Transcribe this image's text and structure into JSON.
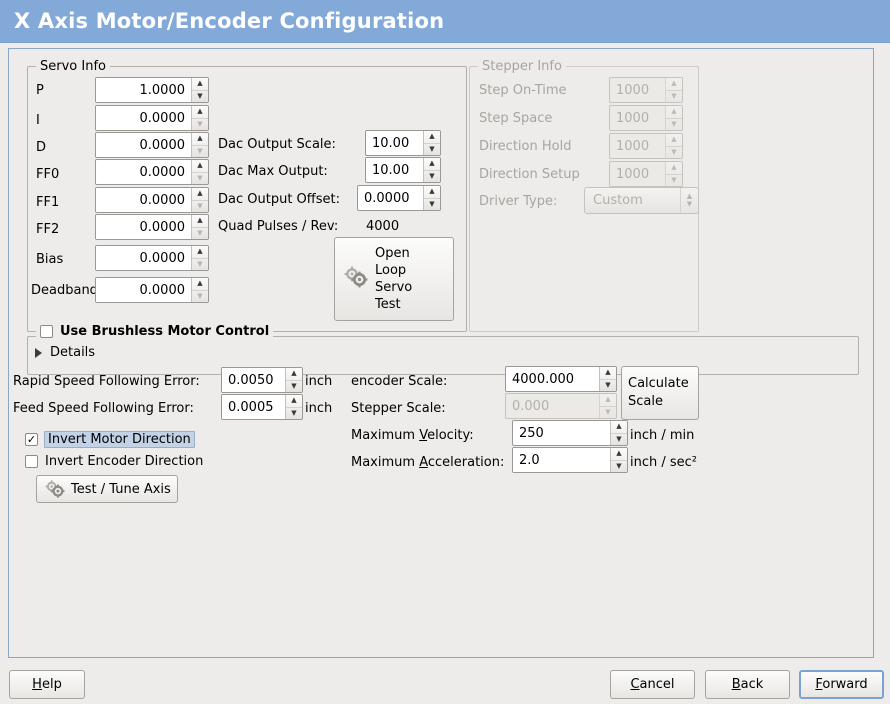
{
  "window": {
    "title": "X Axis Motor/Encoder Configuration",
    "title_bar_color": "#82a9d8",
    "background_color": "#edecea",
    "focus_color": "#7aa3d4"
  },
  "servo_info": {
    "frame_title": "Servo Info",
    "enabled": true,
    "fields": [
      {
        "label": "P",
        "value": "1.0000"
      },
      {
        "label": "I",
        "value": "0.0000"
      },
      {
        "label": "D",
        "value": "0.0000"
      },
      {
        "label": "FF0",
        "value": "0.0000"
      },
      {
        "label": "FF1",
        "value": "0.0000"
      },
      {
        "label": "FF2",
        "value": "0.0000"
      },
      {
        "label": "Bias",
        "value": "0.0000"
      },
      {
        "label": "Deadband",
        "value": "0.0000"
      }
    ],
    "dac": [
      {
        "label": "Dac Output Scale:",
        "value": "10.00"
      },
      {
        "label": "Dac Max Output:",
        "value": "10.00"
      },
      {
        "label": "Dac Output Offset:",
        "value": "0.0000"
      }
    ],
    "quad_pulses": {
      "label": "Quad Pulses / Rev:",
      "value": "4000"
    },
    "open_loop_button": {
      "lines": [
        "Open",
        "Loop",
        "Servo",
        "Test"
      ],
      "icon": "gears-icon"
    }
  },
  "stepper_info": {
    "frame_title": "Stepper Info",
    "enabled": false,
    "fields": [
      {
        "label": "Step On-Time",
        "value": "1000"
      },
      {
        "label": "Step Space",
        "value": "1000"
      },
      {
        "label": "Direction Hold",
        "value": "1000"
      },
      {
        "label": "Direction Setup",
        "value": "1000"
      }
    ],
    "driver_type": {
      "label": "Driver Type:",
      "value": "Custom"
    }
  },
  "brushless": {
    "checkbox_label": "Use Brushless Motor Control",
    "checked": false,
    "details_label": "Details",
    "details_expanded": false
  },
  "tuning": {
    "rapid_following_error": {
      "label": "Rapid Speed Following Error:",
      "value": "0.0050",
      "unit": "inch"
    },
    "feed_following_error": {
      "label": "Feed Speed Following Error:",
      "value": "0.0005",
      "unit": "inch"
    },
    "invert_motor": {
      "label": "Invert Motor Direction",
      "checked": true,
      "focused": true
    },
    "invert_encoder": {
      "label": "Invert Encoder Direction",
      "checked": false,
      "focused": false
    },
    "test_tune_button": {
      "label": "Test / Tune Axis",
      "icon": "gears-icon"
    }
  },
  "scaling": {
    "encoder_scale": {
      "label": "encoder Scale:",
      "value": "4000.000",
      "enabled": true
    },
    "stepper_scale": {
      "label": "Stepper Scale:",
      "value": "0.000",
      "enabled": false
    },
    "max_velocity": {
      "label_pre": "Maximum ",
      "label_mnemonic": "V",
      "label_post": "elocity:",
      "value": "250",
      "unit": "inch / min"
    },
    "max_acceleration": {
      "label_pre": "Maximum ",
      "label_mnemonic": "A",
      "label_post": "cceleration:",
      "value": "2.0",
      "unit": "inch / sec²"
    },
    "calculate_button": {
      "lines": [
        "Calculate",
        "Scale"
      ]
    }
  },
  "actions": {
    "help": {
      "mnemonic": "H",
      "rest": "elp"
    },
    "cancel": {
      "mnemonic": "C",
      "rest": "ancel"
    },
    "back": {
      "mnemonic": "B",
      "rest": "ack"
    },
    "forward": {
      "mnemonic": "F",
      "rest": "orward",
      "focused": true
    }
  }
}
